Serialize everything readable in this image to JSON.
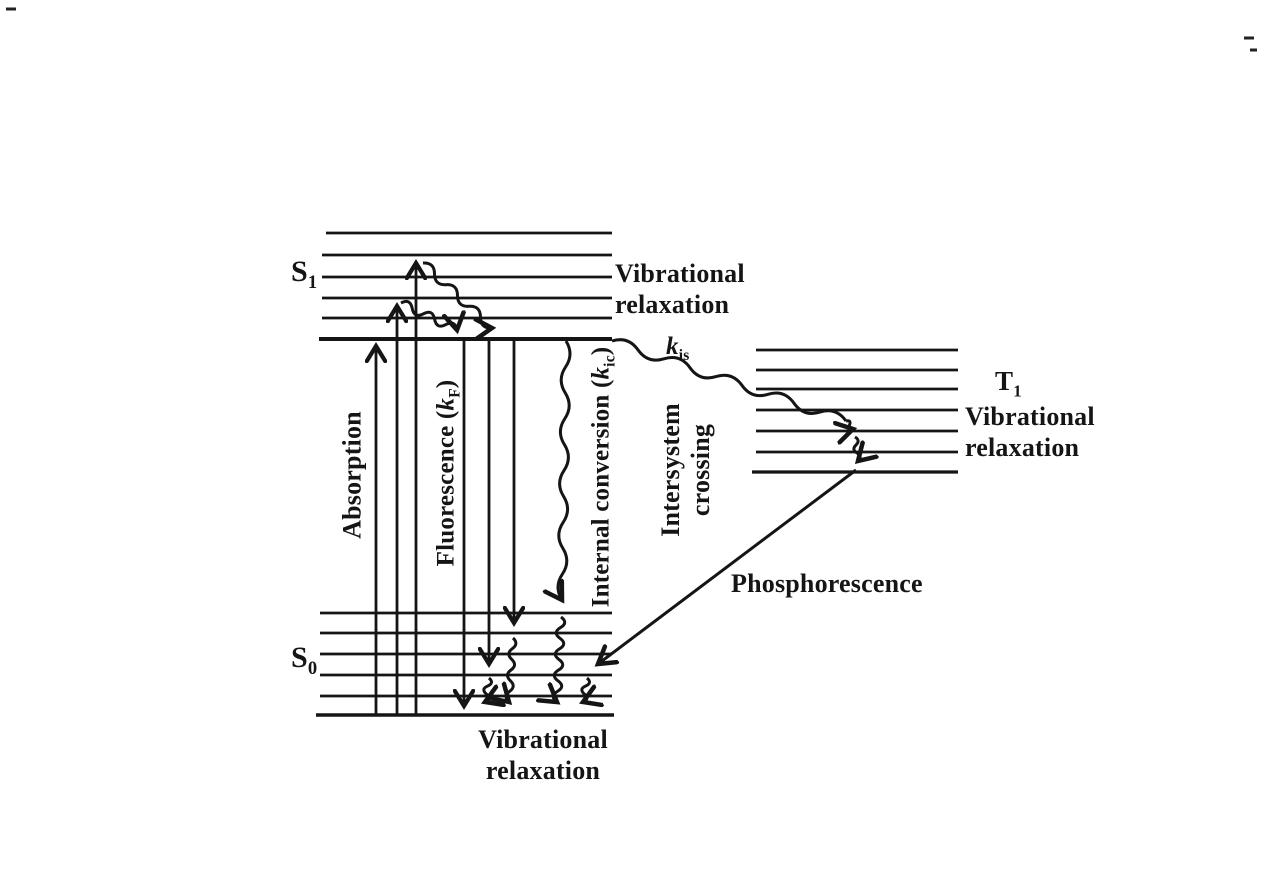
{
  "figure": {
    "type": "jablonski-energy-level-diagram",
    "background_color": "#ffffff",
    "ink_color": "#151515",
    "states": {
      "s1": {
        "symbol": "S",
        "subscript": "1",
        "vibrational_levels": 6
      },
      "s0": {
        "symbol": "S",
        "subscript": "0",
        "vibrational_levels": 6
      },
      "t1": {
        "symbol": "T",
        "subscript": "1",
        "vibrational_levels": 7
      }
    },
    "processes": {
      "absorption": {
        "label": "Absorption",
        "arrow_count": 3
      },
      "fluorescence": {
        "label_prefix": "Fluorescence (",
        "rate_symbol": "k",
        "rate_subscript": "F",
        "label_suffix": ")",
        "arrow_count": 3
      },
      "internal_conversion": {
        "label_prefix": "Internal conversion (",
        "rate_symbol": "k",
        "rate_subscript": "ic",
        "label_suffix": ")"
      },
      "intersystem_crossing": {
        "label_line1": "Intersystem",
        "label_line2": "crossing",
        "rate_symbol": "k",
        "rate_subscript": "is"
      },
      "phosphorescence": {
        "label": "Phosphorescence"
      },
      "vibrational_relaxation_s1": {
        "line1": "Vibrational",
        "line2": "relaxation"
      },
      "vibrational_relaxation_t1": {
        "line1": "Vibrational",
        "line2": "relaxation"
      },
      "vibrational_relaxation_s0": {
        "line1": "Vibrational",
        "line2": "relaxation"
      }
    }
  }
}
